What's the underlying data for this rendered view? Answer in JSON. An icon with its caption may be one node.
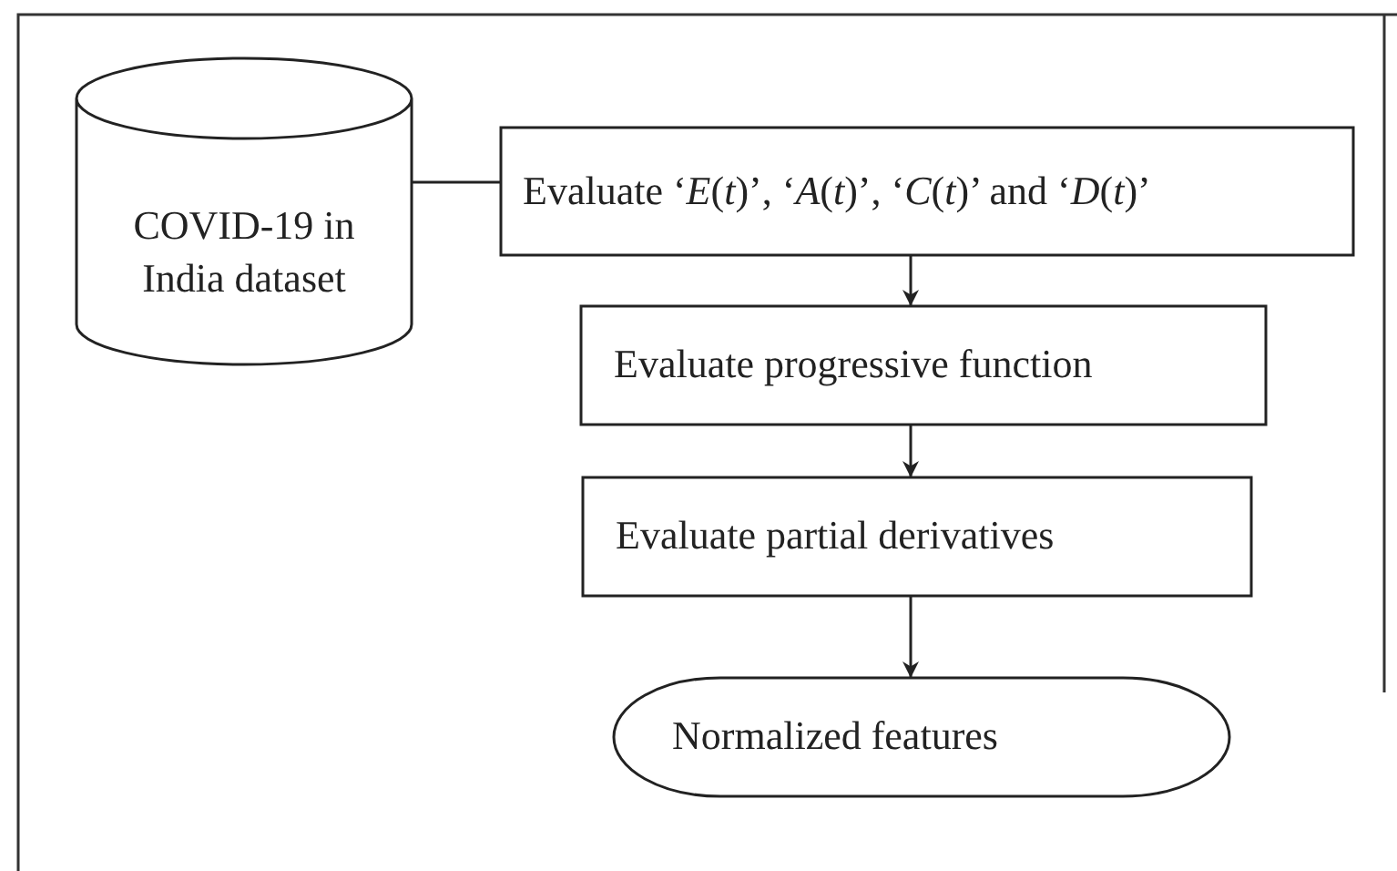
{
  "diagram": {
    "nodes": [
      {
        "text": [
          "COVID-19 in India dataset"
        ]
      },
      {
        "text": [
          "Evaluate ‘*E*(*t*)’, ‘*A*(*t*)’, ‘*C*(*t*)’ and ‘*D*(*t*)’"
        ]
      },
      {
        "text": [
          "Evaluate progressive function"
        ]
      },
      {
        "text": [
          "Evaluate partial derivatives"
        ]
      },
      {
        "text": [
          "Normalized features"
        ]
      }
    ],
    "edges": [
      {
        "from": 0,
        "to": 1,
        "arrow": "none"
      },
      {
        "from": 1,
        "to": 2,
        "arrow": "to"
      },
      {
        "from": 2,
        "to": 3,
        "arrow": "to"
      },
      {
        "from": 3,
        "to": 4,
        "arrow": "to"
      }
    ]
  }
}
